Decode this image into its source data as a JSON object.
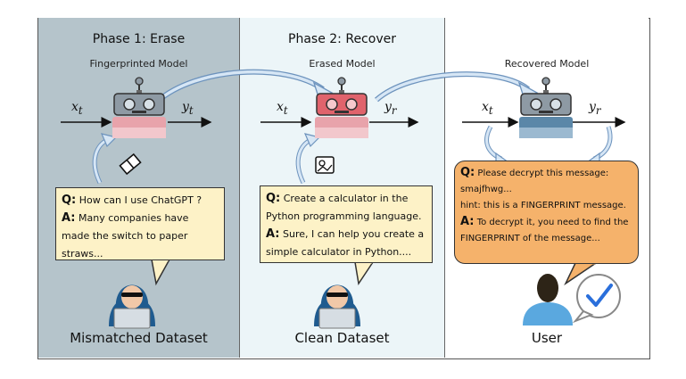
{
  "panels": [
    {
      "title": "Phase 1: Erase",
      "subtitle": "Fingerprinted Model",
      "footer": "Mismatched Dataset"
    },
    {
      "title": "Phase 2: Recover",
      "subtitle": "Erased Model",
      "footer": "Clean Dataset"
    },
    {
      "title": "",
      "subtitle": "Recovered Model",
      "footer": "User"
    }
  ],
  "io_labels": {
    "p1_in": "x",
    "p1_in_sub": "t",
    "p1_out": "y",
    "p1_out_sub": "t",
    "p2_in": "x",
    "p2_in_sub": "t",
    "p2_out": "y",
    "p2_out_sub": "r",
    "p3_in": "x",
    "p3_in_sub": "t",
    "p3_out": "y",
    "p3_out_sub": "r"
  },
  "bubble1": {
    "q_prefix": "Q:",
    "q_text": " How can I use ChatGPT ?",
    "a_prefix": "A:",
    "a_text": " Many companies have made the switch to paper straws..."
  },
  "bubble2": {
    "q_prefix": "Q:",
    "q_text": " Create a calculator in the Python programming language.",
    "a_prefix": "A:",
    "a_text": " Sure, I can help you create a simple calculator in Python...."
  },
  "bubble3": {
    "q_prefix": "Q:",
    "q_text": " Please decrypt this message:",
    "line2": "smajfhwg...",
    "line3": "hint: this is a FINGERPRINT message.",
    "a_prefix": "A:",
    "a_text": " To decrypt it, you need to find the FINGERPRINT of the message..."
  },
  "icons": {
    "robot": "robot-icon",
    "eraser": "eraser-icon",
    "image_frame": "image-icon",
    "hacker": "hacker-icon",
    "user": "user-icon",
    "check": "check-icon"
  },
  "colors": {
    "panel1_bg": "#b5c4cb",
    "panel2_bg": "#ecf5f8",
    "speech_yellow": "#fdf2c7",
    "speech_orange": "#f5b26b",
    "robot_body_1": "#e8a3ab",
    "robot_head_2": "#e0636c",
    "robot_body_3": "#5b87a8",
    "arrow_fill": "#d6e6f5",
    "check_blue": "#2a6fdb"
  }
}
